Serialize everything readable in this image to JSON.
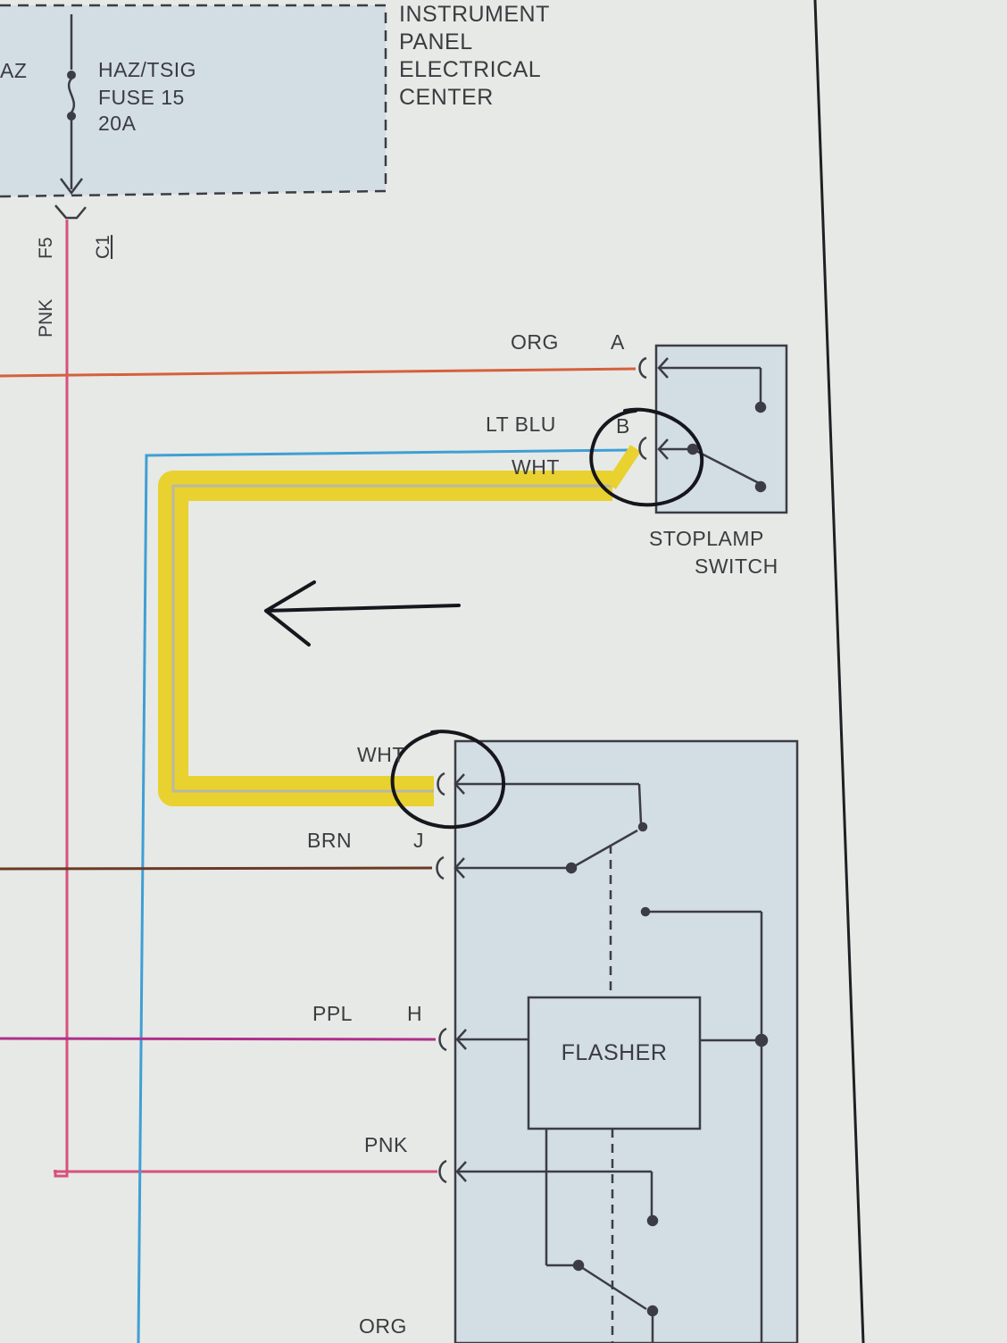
{
  "instrument_panel": {
    "title_lines": [
      "INSTRUMENT",
      "PANEL",
      "ELECTRICAL",
      "CENTER"
    ],
    "cut_label": "AZ",
    "fuse_lines": [
      "HAZ/TSIG",
      "FUSE 15",
      "20A"
    ]
  },
  "connector": {
    "pin": "F5",
    "id": "C1"
  },
  "wires": {
    "pnk_vertical": "PNK",
    "org": "ORG",
    "lt_blu": "LT BLU",
    "wht_top": "WHT",
    "wht_bottom": "WHT",
    "brn": "BRN",
    "ppl": "PPL",
    "pnk_lower": "PNK",
    "org_bottom": "ORG"
  },
  "pins": {
    "a": "A",
    "b": "B",
    "j": "J",
    "h": "H"
  },
  "stoplamp_switch": {
    "lines": [
      "STOPLAMP",
      "SWITCH"
    ]
  },
  "flasher": {
    "label": "FLASHER"
  },
  "colors": {
    "paper": "#e7e9e6",
    "module_fill": "#d3dde4",
    "line": "#3c3d44",
    "org": "#d5603c",
    "pnk": "#d7507e",
    "lt_blu": "#3f9fd4",
    "wht_highlight": "#e9d12f",
    "brn": "#6b3a24",
    "ppl": "#b02f8a",
    "ink": "#16161c"
  }
}
